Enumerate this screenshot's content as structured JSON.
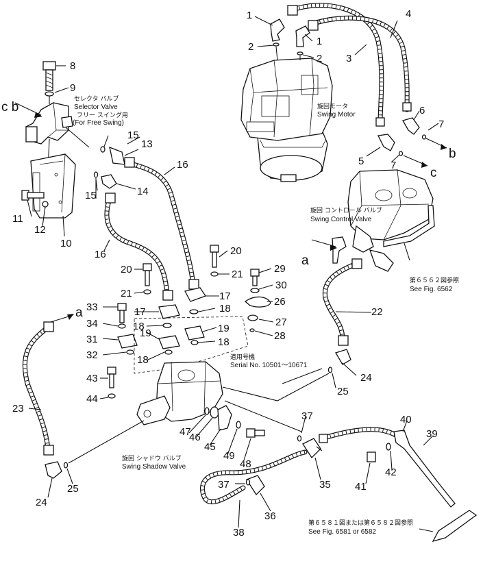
{
  "labels": {
    "c_b": "c b",
    "b": "b",
    "c": "c",
    "a_left": "a",
    "a_right": "a"
  },
  "captions": {
    "selector_jp": "セレクタ バルブ",
    "selector_en": "Selector Valve",
    "freeswing_jp": "フリー スイング用",
    "freeswing_en": "(For Free Swing)",
    "swingmotor_jp": "旋回モータ",
    "swingmotor_en": "Swing Motor",
    "swingcontrol_jp": "旋回 コントロール バルブ",
    "swingcontrol_en": "Swing Control Valve",
    "fig6562_jp": "第６５６２図参照",
    "fig6562_en": "See Fig. 6562",
    "serial_jp": "適用号機",
    "serial_en": "Serial No. 10501～10671",
    "shadow_jp": "旋回 シャドウ バルブ",
    "shadow_en": "Swing Shadow Valve",
    "fig6581_jp": "第６５８１図または第６５８２図参照",
    "fig6581_en": "See Fig. 6581 or 6582"
  },
  "part_numbers": [
    "1",
    "1",
    "2",
    "2",
    "3",
    "4",
    "5",
    "6",
    "7",
    "7",
    "8",
    "9",
    "10",
    "11",
    "12",
    "13",
    "14",
    "15",
    "15",
    "16",
    "16",
    "17",
    "17",
    "18",
    "18",
    "18",
    "18",
    "19",
    "19",
    "20",
    "20",
    "21",
    "21",
    "22",
    "23",
    "24",
    "24",
    "25",
    "25",
    "26",
    "27",
    "28",
    "29",
    "30",
    "31",
    "32",
    "33",
    "34",
    "35",
    "36",
    "37",
    "37",
    "38",
    "39",
    "40",
    "41",
    "42",
    "43",
    "44",
    "45",
    "46",
    "47",
    "48",
    "49"
  ]
}
